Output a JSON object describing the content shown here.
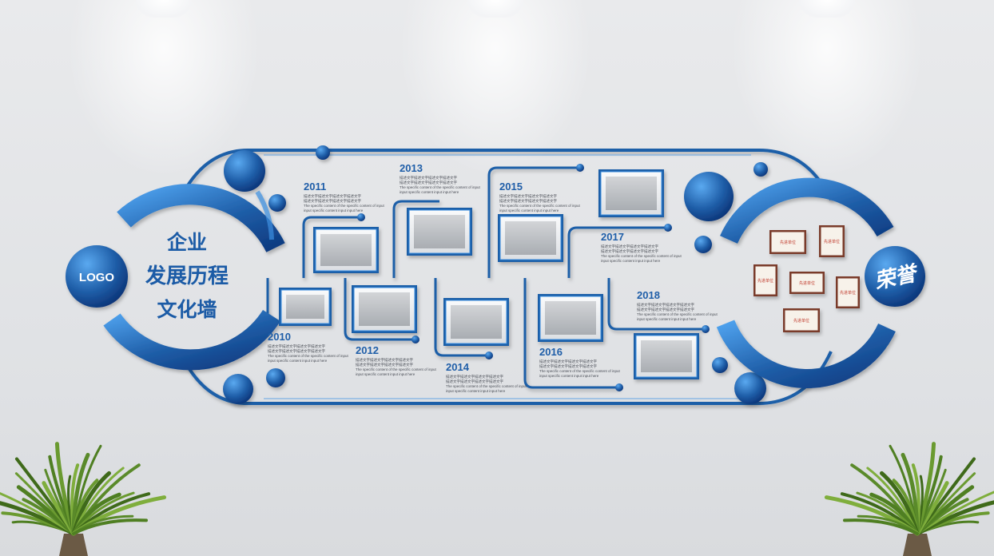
{
  "wall": {
    "logo_text": "LOGO",
    "title_lines": [
      "企业",
      "发展历程",
      "文化墙"
    ],
    "honor_text": "荣誉"
  },
  "timeline": [
    {
      "year": "2010",
      "desc": [
        "描述文字描述文字描述文字描述文字",
        "描述文字描述文字描述文字描述文字",
        "The specific content of the specific content of input",
        "input specific content input input here"
      ]
    },
    {
      "year": "2011",
      "desc": [
        "描述文字描述文字描述文字描述文字",
        "描述文字描述文字描述文字描述文字",
        "The specific content of the specific content of input",
        "input specific content input input here"
      ]
    },
    {
      "year": "2012",
      "desc": [
        "描述文字描述文字描述文字描述文字",
        "描述文字描述文字描述文字描述文字",
        "The specific content of the specific content of input",
        "input specific content input input here"
      ]
    },
    {
      "year": "2013",
      "desc": [
        "描述文字描述文字描述文字描述文字",
        "描述文字描述文字描述文字描述文字",
        "The specific content of the specific content of input",
        "input specific content input input here"
      ]
    },
    {
      "year": "2014",
      "desc": [
        "描述文字描述文字描述文字描述文字",
        "描述文字描述文字描述文字描述文字",
        "The specific content of the specific content of input",
        "input specific content input input here"
      ]
    },
    {
      "year": "2015",
      "desc": [
        "描述文字描述文字描述文字描述文字",
        "描述文字描述文字描述文字描述文字",
        "The specific content of the specific content of input",
        "input specific content input input here"
      ]
    },
    {
      "year": "2016",
      "desc": [
        "描述文字描述文字描述文字描述文字",
        "描述文字描述文字描述文字描述文字",
        "The specific content of the specific content of input",
        "input specific content input input here"
      ]
    },
    {
      "year": "2017",
      "desc": [
        "描述文字描述文字描述文字描述文字",
        "描述文字描述文字描述文字描述文字",
        "The specific content of the specific content of input",
        "input specific content input input here"
      ]
    },
    {
      "year": "2018",
      "desc": [
        "描述文字描述文字描述文字描述文字",
        "描述文字描述文字描述文字描述文字",
        "The specific content of the specific content of input",
        "input specific content input input here"
      ]
    }
  ],
  "certificates": [
    {
      "text": "先进单位"
    },
    {
      "text": "先进单位"
    },
    {
      "text": "先进单位"
    },
    {
      "text": "先进单位"
    },
    {
      "text": "先进单位"
    },
    {
      "text": "先进单位"
    }
  ],
  "colors": {
    "primary_blue": "#1f5ea8",
    "dark_blue": "#0e3e86",
    "light_blue": "#3c8fe0",
    "wall": "#e4e6e8",
    "plant_green": "#5a8a2a"
  },
  "icons": [
    "spotlight-icon",
    "plant-icon",
    "photo-frame-icon",
    "certificate-icon"
  ]
}
